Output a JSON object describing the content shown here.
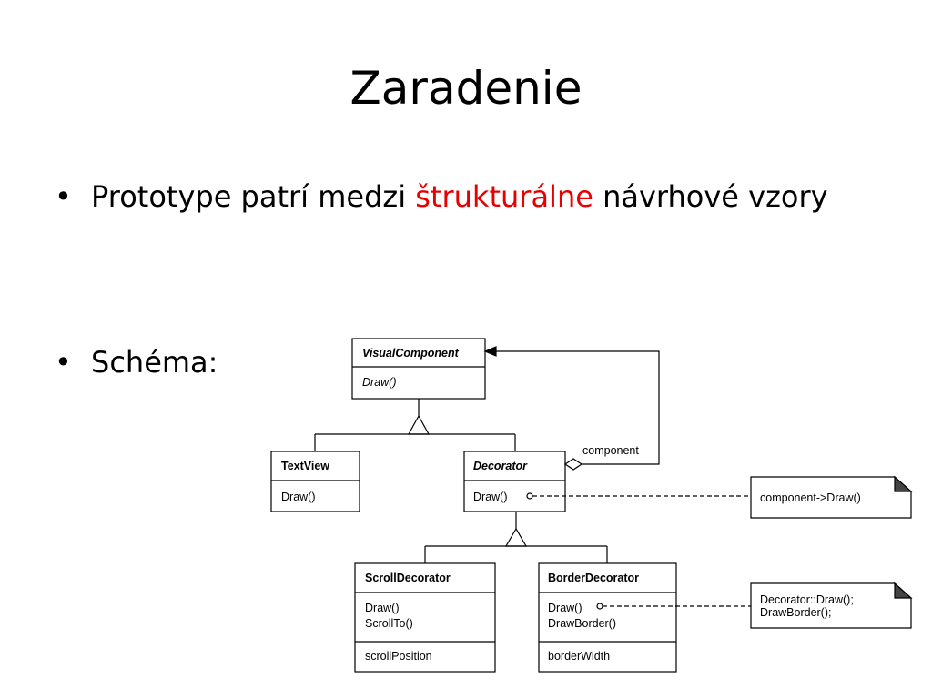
{
  "slide": {
    "title": "Zaradenie",
    "bullets": [
      {
        "before": "Prototype patrí medzi ",
        "highlight": "štrukturálne",
        "after": " návrhové vzory"
      },
      {
        "text": "Schéma:"
      }
    ],
    "highlight_color": "#e60000"
  },
  "diagram": {
    "classes": {
      "visual_component": {
        "name": "VisualComponent",
        "ops": [
          "Draw()"
        ]
      },
      "text_view": {
        "name": "TextView",
        "ops": [
          "Draw()"
        ]
      },
      "decorator": {
        "name": "Decorator",
        "ops": [
          "Draw()"
        ]
      },
      "scroll_decorator": {
        "name": "ScrollDecorator",
        "ops": [
          "Draw()",
          "ScrollTo()"
        ],
        "attrs": [
          "scrollPosition"
        ]
      },
      "border_decorator": {
        "name": "BorderDecorator",
        "ops": [
          "Draw()",
          "DrawBorder()"
        ],
        "attrs": [
          "borderWidth"
        ]
      }
    },
    "association_label": "component",
    "notes": {
      "decorator_note": [
        "component->Draw()"
      ],
      "border_note": [
        "Decorator::Draw();",
        "DrawBorder();"
      ]
    }
  }
}
